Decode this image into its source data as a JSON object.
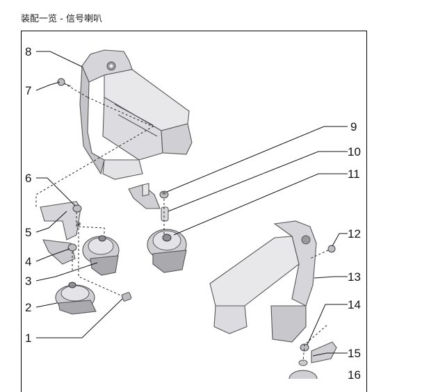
{
  "title": "装配一览 - 信号喇叭",
  "callouts": {
    "c1": "1",
    "c2": "2",
    "c3": "3",
    "c4": "4",
    "c5": "5",
    "c6": "6",
    "c7": "7",
    "c8": "8",
    "c9": "9",
    "c10": "10",
    "c11": "11",
    "c12": "12",
    "c13": "13",
    "c14": "14",
    "c15": "15",
    "c16": "16"
  },
  "colors": {
    "part_fill": "#e3e3e6",
    "part_dark": "#b9b9be",
    "part_light": "#f3f3f5",
    "line": "#111111"
  }
}
